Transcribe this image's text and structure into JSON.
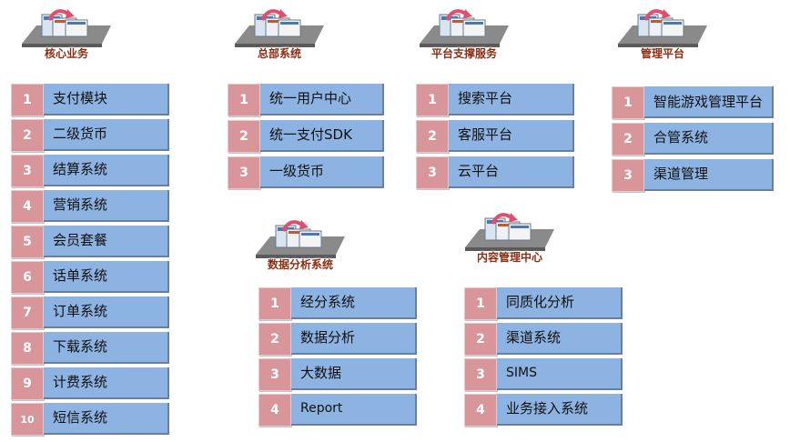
{
  "groups": [
    {
      "title": "核心业务",
      "items": [
        {
          "num": "1",
          "label": "支付模块"
        },
        {
          "num": "2",
          "label": "二级货币"
        },
        {
          "num": "3",
          "label": "结算系统"
        },
        {
          "num": "4",
          "label": "营销系统"
        },
        {
          "num": "5",
          "label": "会员套餐"
        },
        {
          "num": "6",
          "label": "话单系统"
        },
        {
          "num": "7",
          "label": "订单系统"
        },
        {
          "num": "8",
          "label": "下载系统"
        },
        {
          "num": "9",
          "label": "计费系统"
        },
        {
          "num": "10",
          "label": "短信系统"
        }
      ]
    },
    {
      "title": "总部系统",
      "items": [
        {
          "num": "1",
          "label": "统一用户中心"
        },
        {
          "num": "2",
          "label": "统一支付SDK"
        },
        {
          "num": "3",
          "label": "一级货币"
        }
      ]
    },
    {
      "title": "平台支撑服务",
      "items": [
        {
          "num": "1",
          "label": "搜索平台"
        },
        {
          "num": "2",
          "label": "客服平台"
        },
        {
          "num": "3",
          "label": "云平台"
        }
      ]
    },
    {
      "title": "管理平台",
      "items": [
        {
          "num": "1",
          "label": "智能游戏管理平台"
        },
        {
          "num": "2",
          "label": "合管系统"
        },
        {
          "num": "3",
          "label": "渠道管理"
        }
      ]
    },
    {
      "title": "数据分析系统",
      "items": [
        {
          "num": "1",
          "label": "经分系统"
        },
        {
          "num": "2",
          "label": "数据分析"
        },
        {
          "num": "3",
          "label": "大数据"
        },
        {
          "num": "4",
          "label": "Report"
        }
      ]
    },
    {
      "title": "内容管理中心",
      "items": [
        {
          "num": "1",
          "label": "同质化分析"
        },
        {
          "num": "2",
          "label": "渠道系统"
        },
        {
          "num": "3",
          "label": "SIMS"
        },
        {
          "num": "4",
          "label": "业务接入系统"
        }
      ]
    }
  ]
}
